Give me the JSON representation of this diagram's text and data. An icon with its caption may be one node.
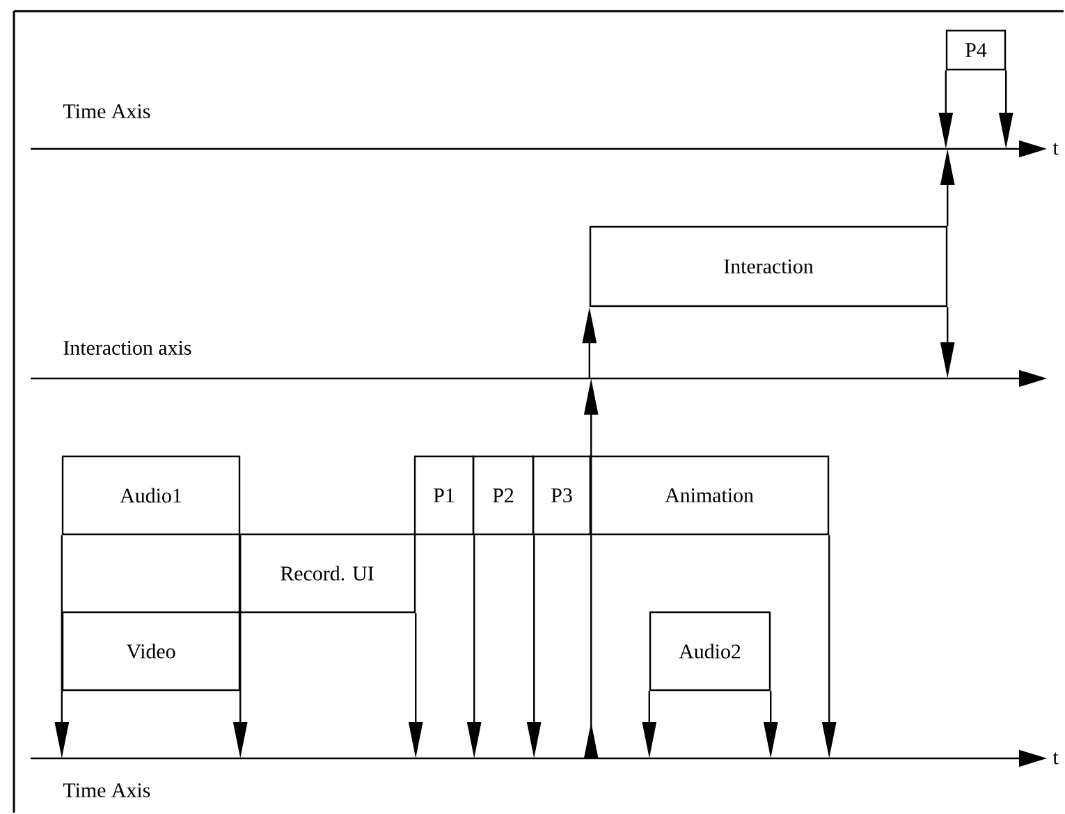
{
  "diagram": {
    "nodes": [
      {
        "text": [
          "Time Axis"
        ],
        "beside": [
          "t"
        ]
      },
      {
        "text": [
          "P4"
        ]
      },
      {
        "text": [
          "Interaction"
        ]
      },
      {
        "text": [
          "Interaction axis"
        ]
      },
      {
        "text": [
          "Audio1"
        ]
      },
      {
        "text": [
          "P1"
        ]
      },
      {
        "text": [
          "P2"
        ]
      },
      {
        "text": [
          "P3"
        ]
      },
      {
        "text": [
          "Animation"
        ]
      },
      {
        "text": [
          "Record. UI"
        ]
      },
      {
        "text": [
          "Video"
        ]
      },
      {
        "text": [
          "Audio2"
        ]
      },
      {
        "text": [
          "Time Axis"
        ],
        "beside": [
          "t"
        ]
      }
    ],
    "edges": [
      {
        "from": 1,
        "to": 0,
        "arrow": "to"
      },
      {
        "from": 1,
        "to": 0,
        "arrow": "to"
      },
      {
        "from": 2,
        "to": 0,
        "arrow": "to"
      },
      {
        "from": 2,
        "to": 3,
        "arrow": "to"
      },
      {
        "from": 12,
        "to": 3,
        "arrow": "to"
      },
      {
        "from": 3,
        "to": 2,
        "arrow": "to"
      },
      {
        "from": 4,
        "to": 12,
        "arrow": "to"
      },
      {
        "from": 4,
        "to": 12,
        "arrow": "to"
      },
      {
        "from": 9,
        "to": 12,
        "arrow": "to"
      },
      {
        "from": 5,
        "to": 12,
        "arrow": "to"
      },
      {
        "from": 6,
        "to": 12,
        "arrow": "to"
      },
      {
        "from": 11,
        "to": 12,
        "arrow": "to"
      },
      {
        "from": 11,
        "to": 12,
        "arrow": "to"
      },
      {
        "from": 8,
        "to": 12,
        "arrow": "to"
      }
    ]
  }
}
